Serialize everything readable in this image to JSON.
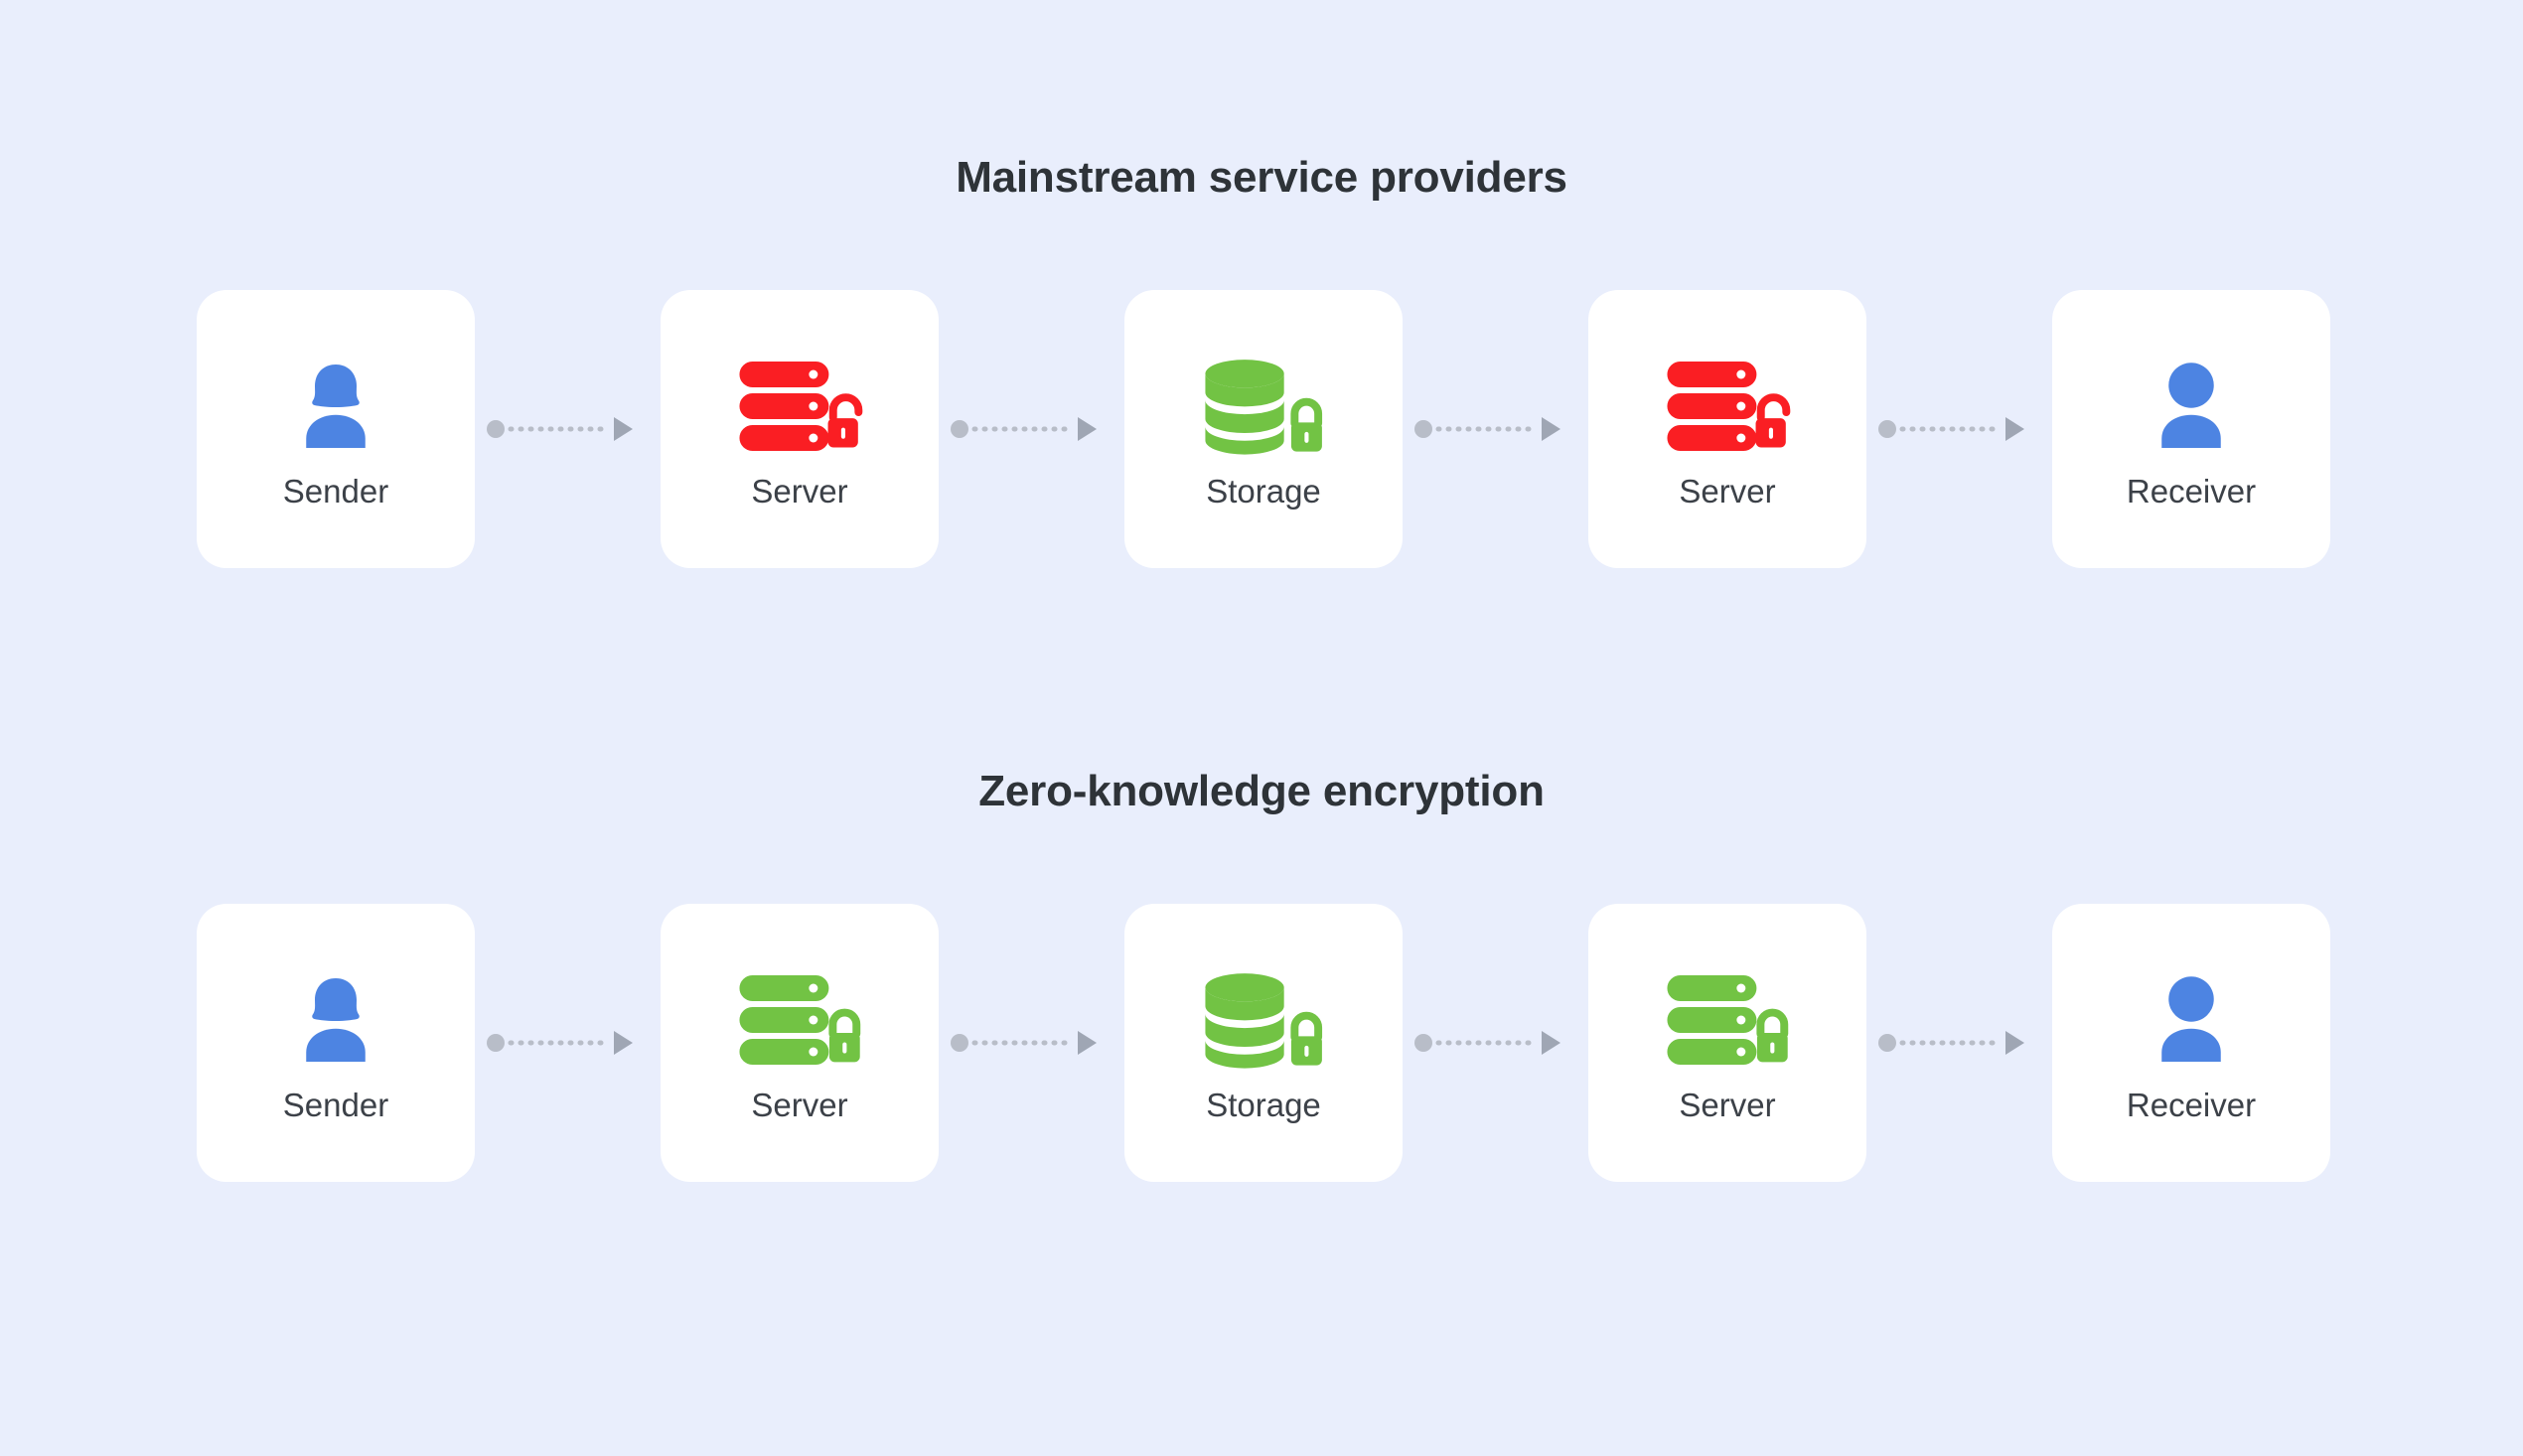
{
  "page": {
    "background_color": "#e9eefc",
    "card_color": "#ffffff"
  },
  "palette": {
    "blue": "#4d84e2",
    "red": "#fa1e23",
    "green": "#72c344",
    "arrow_grey": "#b8bdc8",
    "title_color": "#2e3338",
    "label_color": "#3c4148"
  },
  "sections": [
    {
      "id": "mainstream",
      "title": "Mainstream service providers",
      "nodes": [
        {
          "label": "Sender",
          "icon": "person-female-icon",
          "color": "#4d84e2",
          "lock": "none"
        },
        {
          "label": "Server",
          "icon": "server-icon",
          "color": "#fa1e23",
          "lock": "unlocked"
        },
        {
          "label": "Storage",
          "icon": "database-icon",
          "color": "#72c344",
          "lock": "locked"
        },
        {
          "label": "Server",
          "icon": "server-icon",
          "color": "#fa1e23",
          "lock": "unlocked"
        },
        {
          "label": "Receiver",
          "icon": "person-male-icon",
          "color": "#4d84e2",
          "lock": "none"
        }
      ],
      "connectors": [
        "arrow-sender-to-server",
        "arrow-server-to-storage",
        "arrow-storage-to-server",
        "arrow-server-to-receiver"
      ]
    },
    {
      "id": "zeroknowledge",
      "title": "Zero-knowledge encryption",
      "nodes": [
        {
          "label": "Sender",
          "icon": "person-female-icon",
          "color": "#4d84e2",
          "lock": "none"
        },
        {
          "label": "Server",
          "icon": "server-icon",
          "color": "#72c344",
          "lock": "locked"
        },
        {
          "label": "Storage",
          "icon": "database-icon",
          "color": "#72c344",
          "lock": "locked"
        },
        {
          "label": "Server",
          "icon": "server-icon",
          "color": "#72c344",
          "lock": "locked"
        },
        {
          "label": "Receiver",
          "icon": "person-male-icon",
          "color": "#4d84e2",
          "lock": "none"
        }
      ],
      "connectors": [
        "arrow-sender-to-server",
        "arrow-server-to-storage",
        "arrow-storage-to-server",
        "arrow-server-to-receiver"
      ]
    }
  ]
}
